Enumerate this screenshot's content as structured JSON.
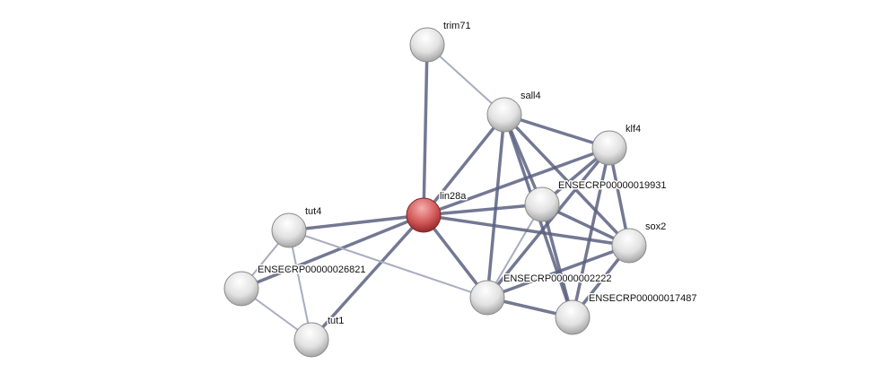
{
  "network": {
    "colors": {
      "edge_strong": "#5a6080",
      "edge_weak": "#a8acc0",
      "node": "#e6e6e6",
      "query_node": "#d45a5a"
    },
    "nodes": [
      {
        "id": "trim71",
        "label": "trim71",
        "query": false
      },
      {
        "id": "sall4",
        "label": "sall4",
        "query": false
      },
      {
        "id": "klf4",
        "label": "klf4",
        "query": false
      },
      {
        "id": "e19931",
        "label": "ENSECRP00000019931",
        "query": false
      },
      {
        "id": "lin28a",
        "label": "lin28a",
        "query": true
      },
      {
        "id": "tut4",
        "label": "tut4",
        "query": false
      },
      {
        "id": "sox2",
        "label": "sox2",
        "query": false
      },
      {
        "id": "e26821",
        "label": "ENSECRP00000026821",
        "query": false
      },
      {
        "id": "e2222",
        "label": "ENSECRP00000002222",
        "query": false
      },
      {
        "id": "e17487",
        "label": "ENSECRP00000017487",
        "query": false
      },
      {
        "id": "tut1",
        "label": "tut1",
        "query": false
      }
    ],
    "edges": [
      [
        "trim71",
        "lin28a",
        "strong"
      ],
      [
        "trim71",
        "sall4",
        "weak"
      ],
      [
        "sall4",
        "lin28a",
        "strong"
      ],
      [
        "sall4",
        "klf4",
        "strong"
      ],
      [
        "sall4",
        "e19931",
        "strong"
      ],
      [
        "sall4",
        "sox2",
        "strong"
      ],
      [
        "sall4",
        "e2222",
        "strong"
      ],
      [
        "sall4",
        "e17487",
        "strong"
      ],
      [
        "klf4",
        "lin28a",
        "strong"
      ],
      [
        "klf4",
        "e19931",
        "strong"
      ],
      [
        "klf4",
        "sox2",
        "strong"
      ],
      [
        "klf4",
        "e2222",
        "strong"
      ],
      [
        "klf4",
        "e17487",
        "strong"
      ],
      [
        "e19931",
        "lin28a",
        "strong"
      ],
      [
        "e19931",
        "sox2",
        "strong"
      ],
      [
        "e19931",
        "e2222",
        "weak"
      ],
      [
        "e19931",
        "e17487",
        "strong"
      ],
      [
        "lin28a",
        "sox2",
        "strong"
      ],
      [
        "lin28a",
        "e2222",
        "strong"
      ],
      [
        "lin28a",
        "tut4",
        "strong"
      ],
      [
        "lin28a",
        "e26821",
        "strong"
      ],
      [
        "lin28a",
        "tut1",
        "strong"
      ],
      [
        "tut4",
        "e2222",
        "weak"
      ],
      [
        "tut4",
        "e26821",
        "weak"
      ],
      [
        "tut4",
        "tut1",
        "weak"
      ],
      [
        "e26821",
        "tut1",
        "weak"
      ],
      [
        "sox2",
        "e2222",
        "strong"
      ],
      [
        "sox2",
        "e17487",
        "strong"
      ],
      [
        "e2222",
        "e17487",
        "strong"
      ]
    ]
  }
}
